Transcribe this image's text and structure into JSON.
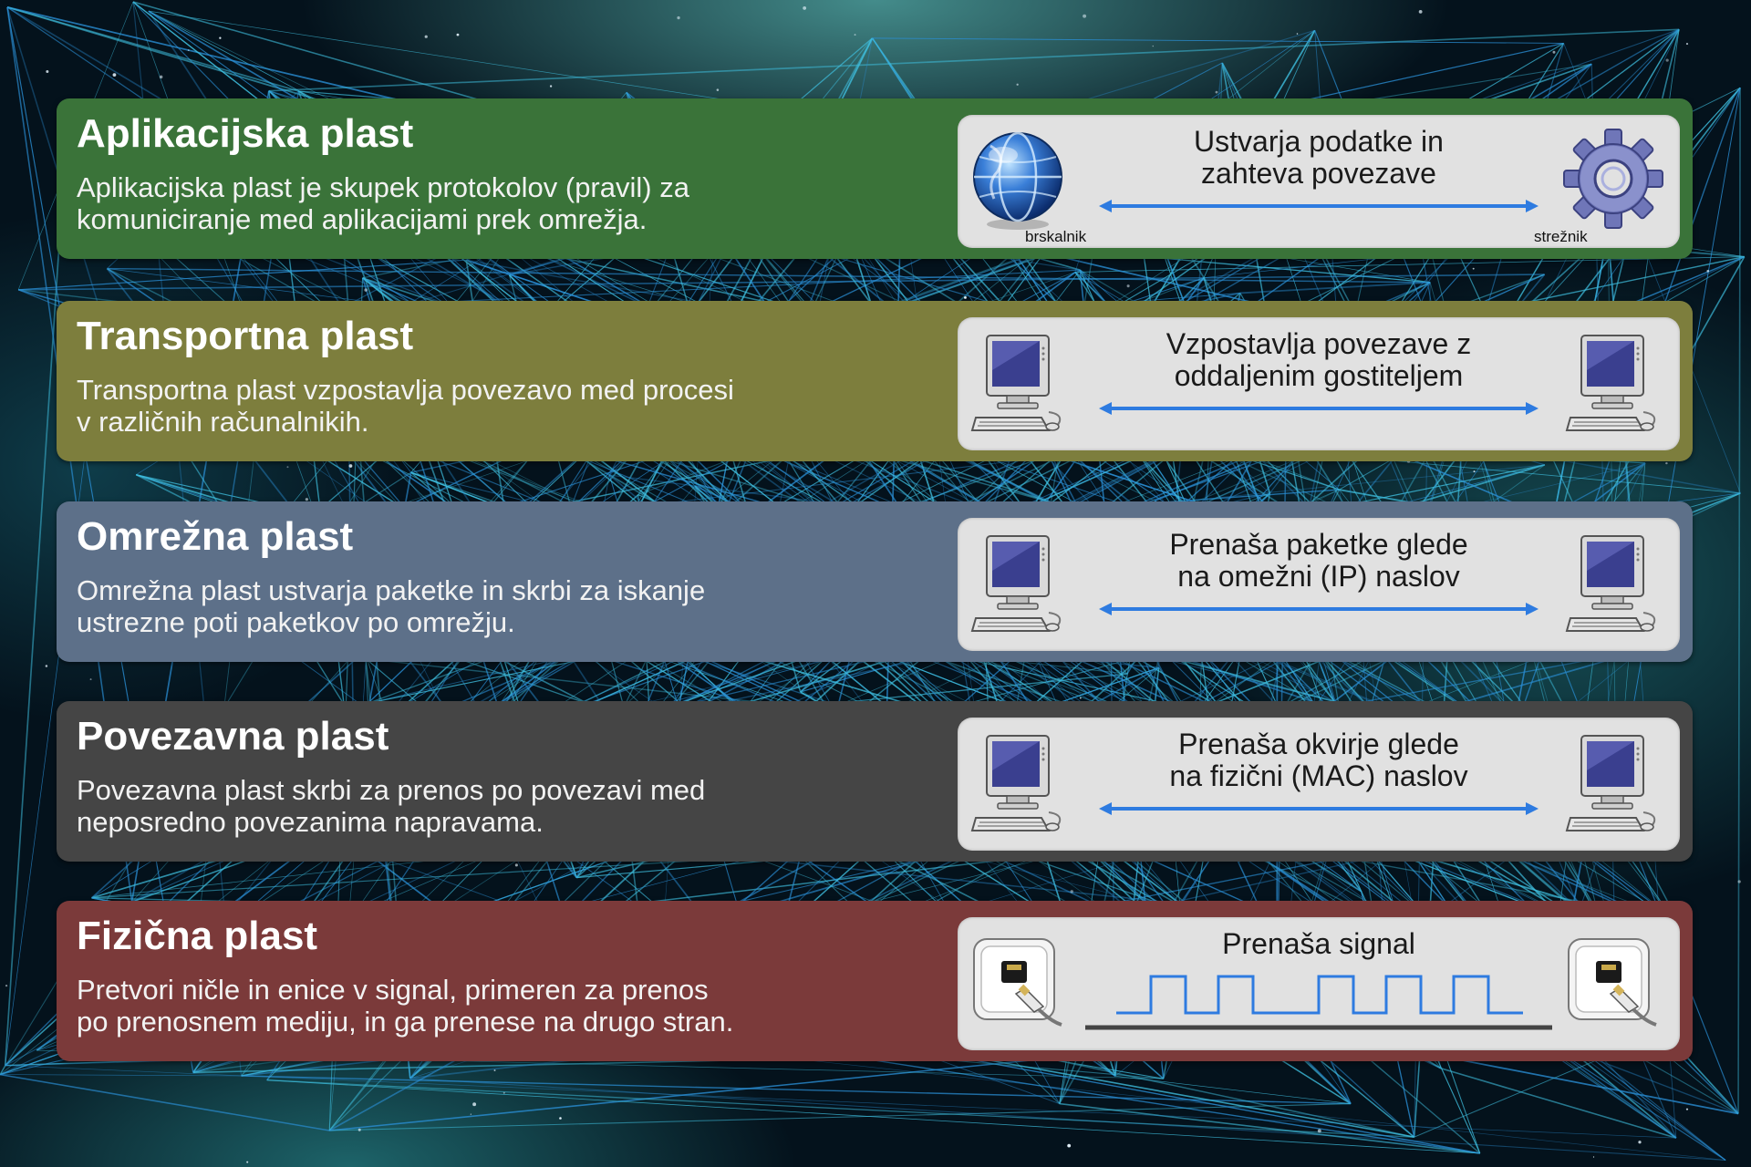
{
  "layers": [
    {
      "title": "Aplikacijska plast",
      "description_line1": "Aplikacijska plast je skupek protokolov (pravil) za",
      "description_line2": "komuniciranje med aplikacijami prek omrežja.",
      "action_line1": "Ustvarja podatke in",
      "action_line2": "zahteva povezave",
      "left_icon": "globe-icon",
      "right_icon": "gear-icon",
      "left_caption": "brskalnik",
      "right_caption": "strežnik",
      "color": "#3a7339"
    },
    {
      "title": "Transportna plast",
      "description_line1": "Transportna plast vzpostavlja povezavo med procesi",
      "description_line2": "v različnih računalnikih.",
      "action_line1": "Vzpostavlja povezave z",
      "action_line2": "oddaljenim gostiteljem",
      "left_icon": "computer-icon",
      "right_icon": "computer-icon",
      "color": "#7d7e3d"
    },
    {
      "title": "Omrežna plast",
      "description_line1": "Omrežna plast ustvarja paketke in skrbi za iskanje",
      "description_line2": "ustrezne poti paketkov po omrežju.",
      "action_line1": "Prenaša paketke glede",
      "action_line2": "na omežni (IP) naslov",
      "left_icon": "computer-icon",
      "right_icon": "computer-icon",
      "color": "#5d7089"
    },
    {
      "title": "Povezavna plast",
      "description_line1": "Povezavna plast skrbi za prenos po povezavi med",
      "description_line2": "neposredno povezanima napravama.",
      "action_line1": "Prenaša okvirje glede",
      "action_line2": "na fizični (MAC) naslov",
      "left_icon": "computer-icon",
      "right_icon": "computer-icon",
      "color": "#454545"
    },
    {
      "title": "Fizična plast",
      "description_line1": "Pretvori ničle in enice v signal, primeren za prenos",
      "description_line2": "po prenosnem mediju, in ga prenese na drugo stran.",
      "action_line1": "Prenaša signal",
      "left_icon": "ethernet-socket-icon",
      "right_icon": "ethernet-socket-icon",
      "color": "#7b3a3a"
    }
  ],
  "arrow_color": "#2e7be0",
  "signal_color": "#2e7be0"
}
